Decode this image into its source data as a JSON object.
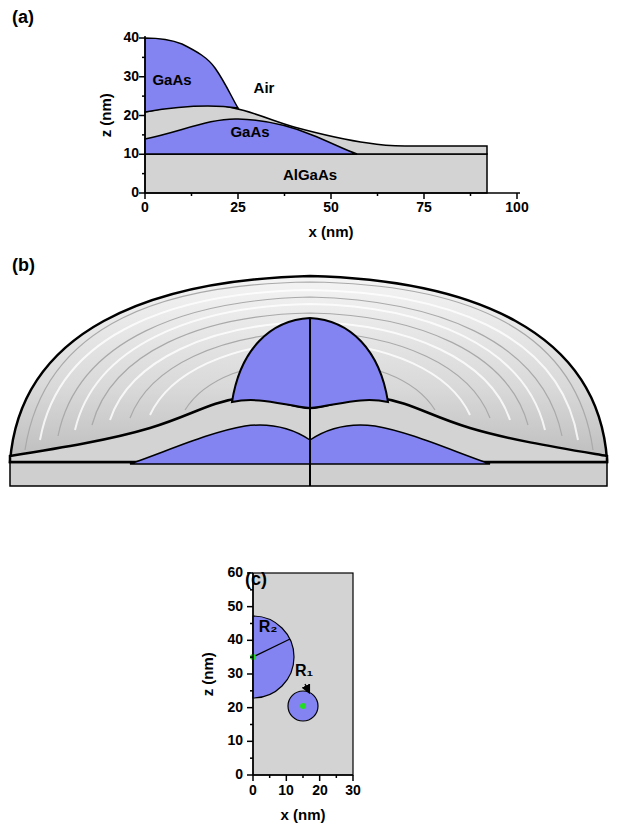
{
  "diagram": {
    "labels": [
      "(a)",
      "40",
      "30",
      "20",
      "10",
      "0",
      "0",
      "25",
      "50",
      "75",
      "100",
      "z (nm)",
      "x (nm)",
      "GaAs",
      "Air",
      "GaAs",
      "AlGaAs",
      "(b)",
      "(c)",
      "60",
      "50",
      "40",
      "30",
      "20",
      "10",
      "0",
      "0",
      "10",
      "20",
      "30",
      "z (nm)",
      "x (nm)",
      "R₂",
      "R₁"
    ]
  }
}
